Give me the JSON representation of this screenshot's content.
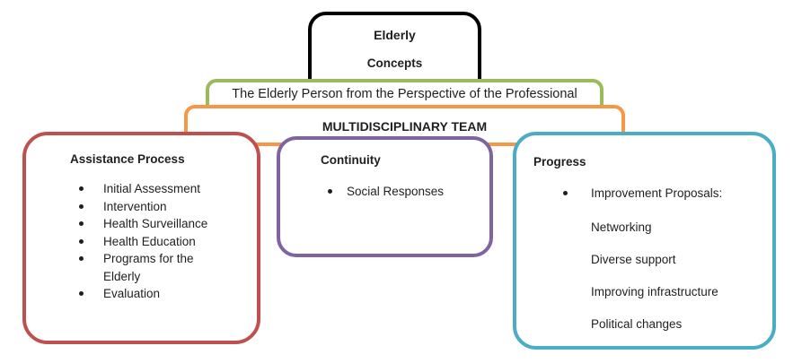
{
  "nodes": {
    "root": {
      "line1": "Elderly",
      "line2": "Concepts"
    },
    "level2": {
      "label": "The Elderly Person from the Perspective of the Professional"
    },
    "level3": {
      "label": "MULTIDISCIPLINARY TEAM"
    },
    "branches": [
      {
        "title": "Assistance Process",
        "items": [
          "Initial Assessment",
          "Intervention",
          "Health Surveillance",
          "Health Education",
          "Programs for the Elderly",
          "Evaluation"
        ]
      },
      {
        "title": "Continuity",
        "items": [
          "Social Responses"
        ]
      },
      {
        "title": "Progress",
        "items": [
          "Improvement Proposals:"
        ],
        "subitems": [
          "Networking",
          "Diverse support",
          "Improving infrastructure",
          "Political changes"
        ]
      }
    ]
  },
  "colors": {
    "root_border": "#000000",
    "level2_border": "#9BBB59",
    "level3_border": "#F79646",
    "branch_assistance_border": "#C0504D",
    "branch_continuity_border": "#8064A2",
    "branch_progress_border": "#4BACC6",
    "text": "#1F1F1F",
    "background": "#FFFFFF"
  }
}
